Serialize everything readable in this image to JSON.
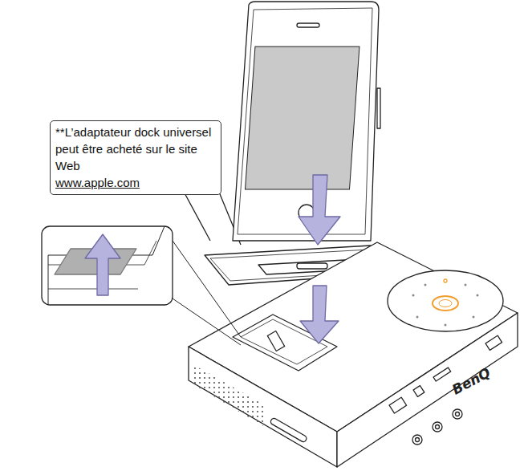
{
  "diagram": {
    "nodes": [
      {
        "text": [
          "**L’adaptateur dock universel peut être acheté sur le site Web",
          "www.apple.com"
        ]
      }
    ],
    "labels": [
      "BenQ"
    ]
  }
}
